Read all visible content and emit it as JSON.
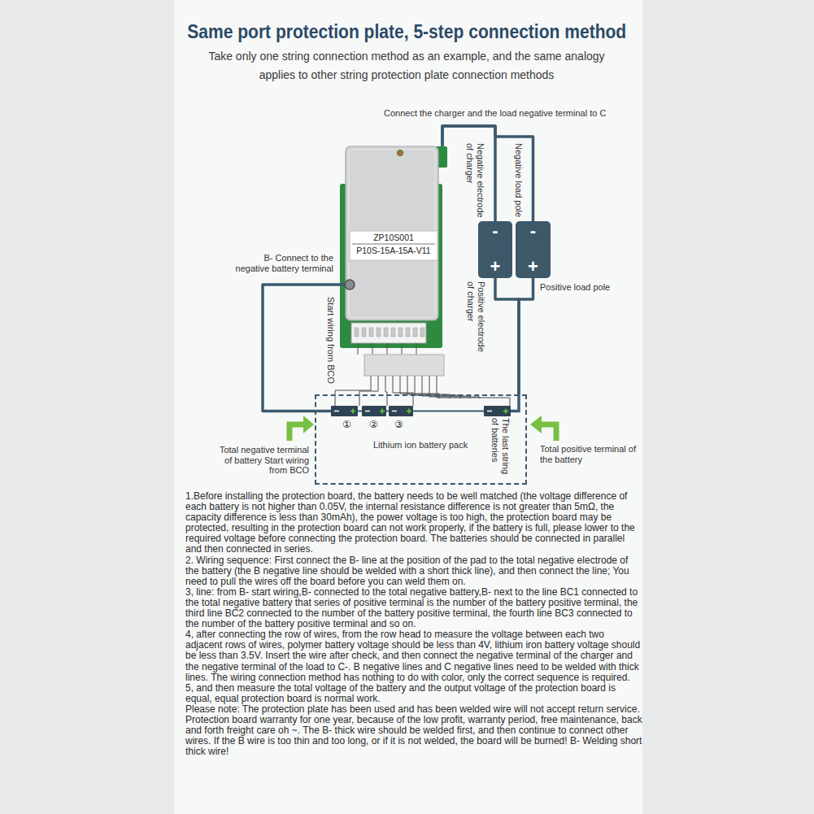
{
  "diagram": {
    "title": "Same port protection plate, 5-step connection method",
    "nodes": [
      {
        "text": [
          "ZP10S001",
          "P10S-15A-15A-V11"
        ]
      },
      {
        "text": [
          "-",
          "+"
        ]
      },
      {
        "text": [
          "-",
          "+"
        ]
      },
      {
        "text": [
          "Lithium ion battery pack"
        ]
      }
    ],
    "edges": [
      {
        "from": 0,
        "to": 1,
        "arrow": "none"
      },
      {
        "from": 0,
        "to": 2,
        "arrow": "none"
      },
      {
        "from": 0,
        "to": 3,
        "arrow": "none"
      },
      {
        "from": 1,
        "to": 3,
        "arrow": "none"
      },
      {
        "from": 2,
        "to": 3,
        "arrow": "none"
      }
    ],
    "labels": [
      "Take only one string connection method as an example, and the same analogy applies to other string protection plate connection methods",
      "Connect the charger and the load negative terminal to C",
      "Negative electrode of charger",
      "Negative load pole",
      "B- Connect to the negative battery terminal",
      "Positive electrode of charger",
      "Positive load pole",
      "Start wiring from BCO",
      "①",
      "②",
      "③",
      "The last string of batteries",
      "Total negative terminal of battery Start wiring from BCO",
      "Total positive terminal of the battery",
      "1.Before installing the protection board, the battery needs to be well matched (the voltage difference of each battery is not higher than 0.05V, the internal resistance difference is not greater than 5mΩ, the capacity difference is less than 30mAh), the power voltage is too high, the protection board may be protected, resulting in the protection board can not work properly, if the battery is full, please lower to the required voltage before connecting the protection board. The batteries should be connected in parallel and then connected in series.",
      "2. Wiring sequence: First connect the B- line at the position of the pad to the total negative electrode of the battery (the B negative line should be welded with a short thick line), and then connect the line; You need to pull the wires off the board before you can weld them on.",
      "3, line: from B- start wiring,B- connected to the total negative battery,B- next to the line BC1 connected to the total negative battery that series of positive terminal is the number of the battery positive terminal, the third line BC2 connected to the number of the battery positive terminal, the fourth line BC3 connected to the number of the battery positive terminal and so on.",
      "4, after connecting the row of wires, from the row head to measure the voltage between each two adjacent rows of wires, polymer battery voltage should be less than 4V, lithium iron battery voltage should be less than 3.5V. Insert the wire after check, and then connect the negative terminal of the charger and the negative terminal of the load to C-. B negative lines and C negative lines need to be welded with thick lines. The wiring connection method has nothing to do with color, only the correct sequence is required.",
      "5, and then measure the total voltage of the battery and the output voltage of the protection board is equal, equal protection board is normal work.",
      "Please note: The protection plate has been used and has been welded wire will not accept return service. Protection board warranty for one year, because of the low profit, warranty period, free maintenance, back and forth freight care oh ~. The B- thick wire should be welded first, and then continue to connect other wires. If the B wire is too thin and too long, or if it is not welded, the board will be burned! B- Welding short thick wire!"
    ]
  }
}
